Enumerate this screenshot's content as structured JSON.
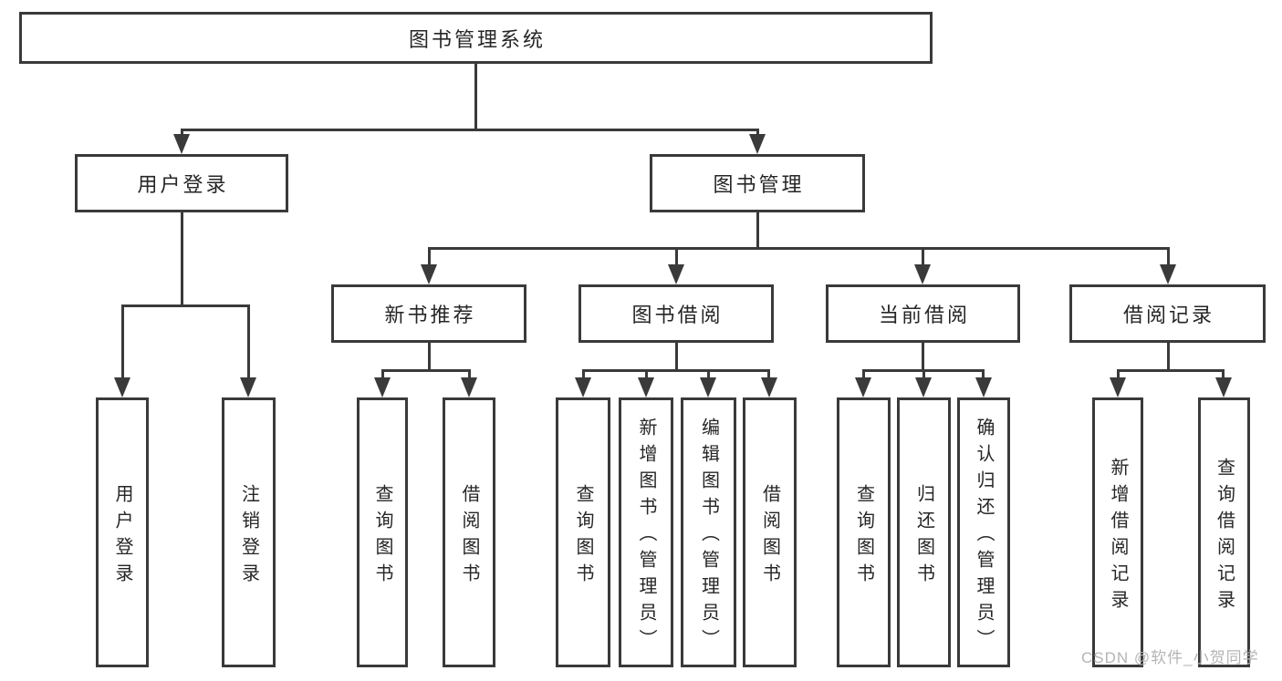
{
  "canvas": {
    "background": "#ffffff",
    "line_color": "#3a3a3a",
    "text_color": "#262626",
    "watermark_color": "#b4b4b4"
  },
  "diagram_type": "functional-structure-tree",
  "nodes": {
    "root": {
      "label": "图书管理系统"
    },
    "level2": [
      {
        "label": "用户登录"
      },
      {
        "label": "图书管理"
      }
    ],
    "level3": [
      {
        "label": "新书推荐",
        "parent": "图书管理"
      },
      {
        "label": "图书借阅",
        "parent": "图书管理"
      },
      {
        "label": "当前借阅",
        "parent": "图书管理"
      },
      {
        "label": "借阅记录",
        "parent": "图书管理"
      }
    ],
    "level4": [
      {
        "label": "用户登录",
        "parent": "用户登录"
      },
      {
        "label": "注销登录",
        "parent": "用户登录"
      },
      {
        "label": "查询图书",
        "parent": "新书推荐"
      },
      {
        "label": "借阅图书",
        "parent": "新书推荐"
      },
      {
        "label": "查询图书",
        "parent": "图书借阅"
      },
      {
        "label": "新增图书（管理员）",
        "parent": "图书借阅"
      },
      {
        "label": "编辑图书（管理员）",
        "parent": "图书借阅"
      },
      {
        "label": "借阅图书",
        "parent": "图书借阅"
      },
      {
        "label": "查询图书",
        "parent": "当前借阅"
      },
      {
        "label": "归还图书",
        "parent": "当前借阅"
      },
      {
        "label": "确认归还（管理员）",
        "parent": "当前借阅"
      },
      {
        "label": "新增借阅记录",
        "parent": "借阅记录"
      },
      {
        "label": "查询借阅记录",
        "parent": "借阅记录"
      }
    ]
  },
  "watermark": {
    "text": "CSDN @软件_小贺同学"
  }
}
